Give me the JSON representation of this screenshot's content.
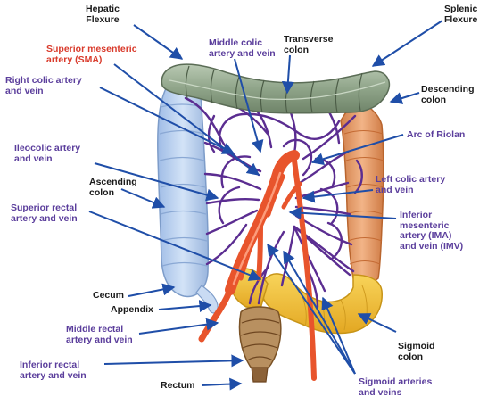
{
  "labels": {
    "hepatic_flexure": "Hepatic\nFlexure",
    "splenic_flexure": "Splenic\nFlexure",
    "sma": "Superior mesenteric\nartery (SMA)",
    "middle_colic": "Middle colic\nartery and vein",
    "transverse_colon": "Transverse\ncolon",
    "right_colic": "Right colic artery\nand vein",
    "descending_colon": "Descending\ncolon",
    "arc_of_riolan": "Arc of Riolan",
    "ileocolic": "Ileocolic artery\nand vein",
    "ascending_colon": "Ascending\ncolon",
    "left_colic": "Left colic artery\nand vein",
    "superior_rectal": "Superior rectal\nartery and vein",
    "ima": "Inferior\nmesenteric\nartery (IMA)\nand vein (IMV)",
    "cecum": "Cecum",
    "appendix": "Appendix",
    "middle_rectal": "Middle rectal\nartery and vein",
    "sigmoid_colon": "Sigmoid\ncolon",
    "inferior_rectal": "Inferior rectal\nartery and vein",
    "rectum": "Rectum",
    "sigmoid_arteries": "Sigmoid arteries\nand veins"
  },
  "colors": {
    "label_black": "#1a1a1a",
    "label_purple": "#5b3e9c",
    "label_red": "#d93a2b",
    "pointer": "#1f4ea8",
    "transverse": "#9aad95",
    "ascending": "#bcd2f0",
    "descending": "#e8a06b",
    "sigmoid": "#f3c23c",
    "artery": "#e8542c",
    "vein_network": "#5b2d91",
    "rectum": "#a47a4c"
  }
}
